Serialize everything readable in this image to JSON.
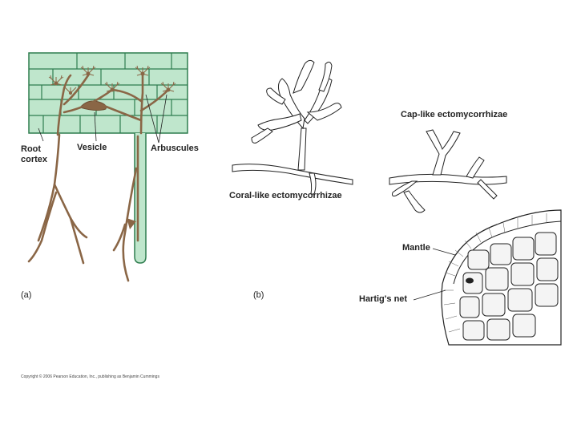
{
  "panel_a": {
    "letter": "(a)",
    "labels": {
      "root_cortex_line1": "Root",
      "root_cortex_line2": "cortex",
      "vesicle": "Vesicle",
      "arbuscules": "Arbuscules"
    }
  },
  "panel_b": {
    "letter": "(b)",
    "labels": {
      "coral_like": "Coral-like ectomycorrhizae",
      "cap_like": "Cap-like ectomycorrhizae",
      "mantle": "Mantle",
      "hartigs_net": "Hartig's net"
    }
  },
  "copyright": "Copyright © 2006 Pearson Education, Inc., publishing as Benjamin Cummings",
  "colors": {
    "cortex_fill": "#bfe6cc",
    "cortex_stroke": "#2e7d4f",
    "hypha": "#8a6646",
    "ink": "#222222"
  }
}
